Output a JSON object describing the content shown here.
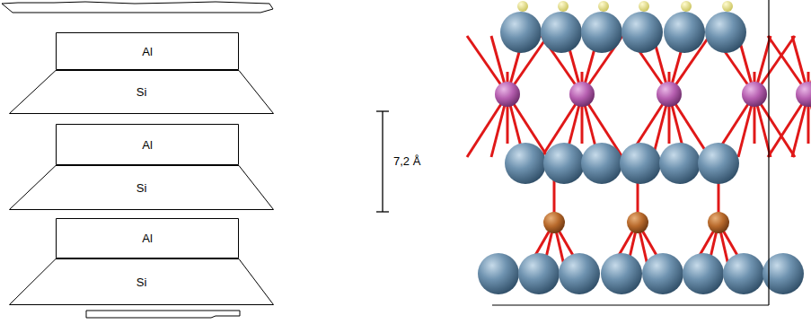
{
  "diagram": {
    "nodes": [
      {
        "text": [
          "Al"
        ]
      },
      {
        "text": [
          "Si"
        ]
      },
      {
        "text": [
          "Al"
        ]
      },
      {
        "text": [
          "Si"
        ]
      },
      {
        "text": [
          "Al"
        ]
      },
      {
        "text": [
          "Si"
        ]
      }
    ],
    "labels": [
      "7,2 Å"
    ]
  }
}
